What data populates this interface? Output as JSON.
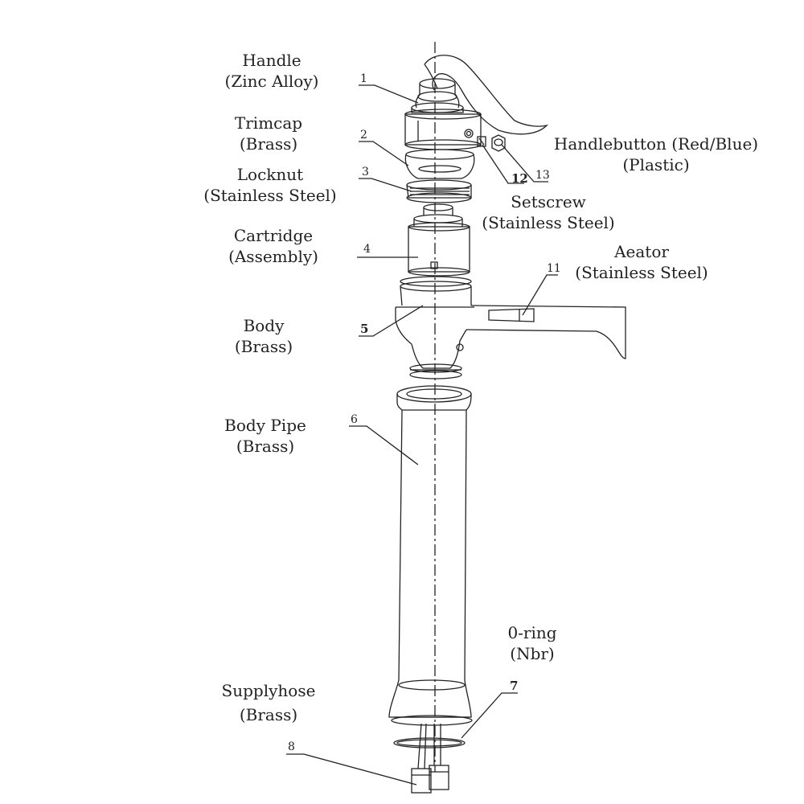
{
  "parts": [
    {
      "number": "1",
      "name": "Handle",
      "material": "(Zinc Alloy)"
    },
    {
      "number": "2",
      "name": "Trimcap",
      "material": "(Brass)"
    },
    {
      "number": "3",
      "name": "Locknut",
      "material": "(Stainless Steel)"
    },
    {
      "number": "4",
      "name": "Cartridge",
      "material": "(Assembly)"
    },
    {
      "number": "5",
      "name": "Body",
      "material": "(Brass)"
    },
    {
      "number": "6",
      "name": "Body Pipe",
      "material": "(Brass)"
    },
    {
      "number": "7",
      "name": "0-ring",
      "material": "(Nbr)"
    },
    {
      "number": "8",
      "name": "Supplyhose",
      "material": "(Brass)"
    },
    {
      "number": "11",
      "name": "Aeator",
      "material": "(Stainless Steel)"
    },
    {
      "number": "12",
      "name": "Setscrew",
      "material": "(Stainless Steel)"
    },
    {
      "number": "13",
      "name": "Handlebutton (Red/Blue)",
      "material": "(Plastic)"
    }
  ]
}
